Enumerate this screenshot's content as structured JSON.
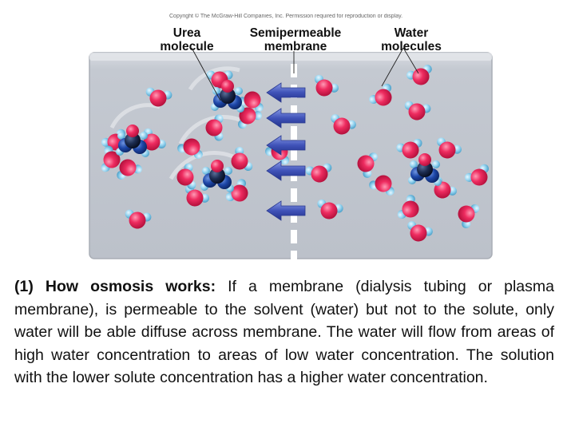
{
  "figure": {
    "copyright": "Copyright © The McGraw-Hill Companies, Inc. Permission required for reproduction or display.",
    "labels": {
      "urea": [
        "Urea",
        "molecule"
      ],
      "membrane": [
        "Semipermeable",
        "membrane"
      ],
      "water": [
        "Water",
        "molecules"
      ]
    },
    "colors": {
      "container_fill": "#c2c7cf",
      "oxygen": "#e8245a",
      "hydrogen": "#8fd0ee",
      "urea_carbon": "#1a2a4a",
      "urea_nitrogen": "#1c3f8c",
      "arrow": "#4a5fc0",
      "membrane": "#ffffff"
    }
  },
  "caption": {
    "heading": "(1) How osmosis works:",
    "body": " If a membrane (dialysis tubing or plasma membrane), is permeable to the solvent (water) but not to the solute, only water will be able diffuse across membrane.  The water will flow from areas of high water concentration to areas of low water concentration.  The solution with the lower solute concentration has a higher water concentration."
  }
}
